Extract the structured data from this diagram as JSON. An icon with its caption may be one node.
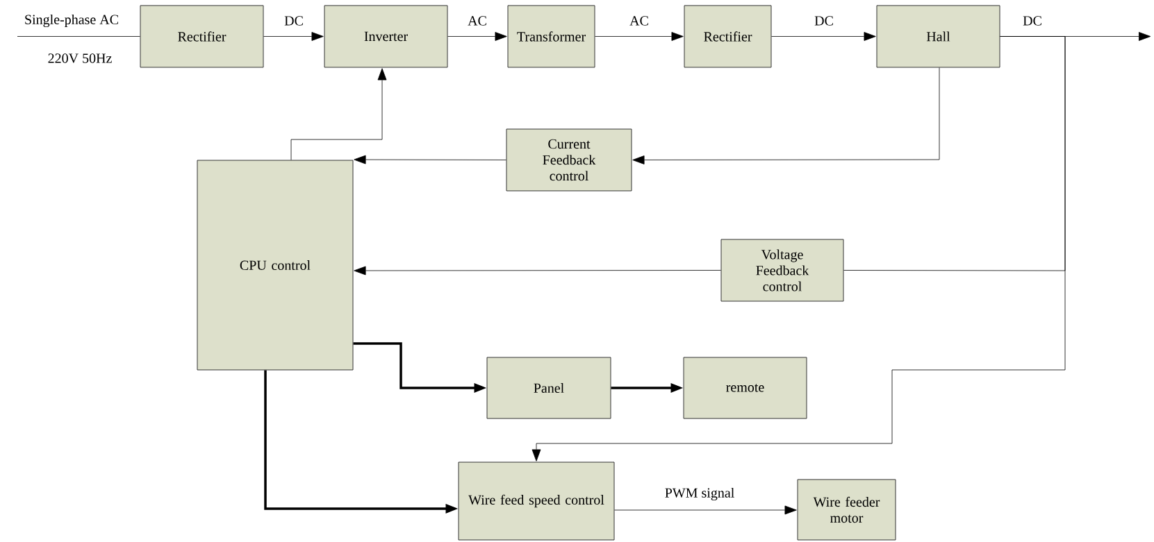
{
  "diagram": {
    "nodes": [
      {
        "text": [
          "Rectifier"
        ]
      },
      {
        "text": [
          "Inverter"
        ]
      },
      {
        "text": [
          "Transformer"
        ]
      },
      {
        "text": [
          "Rectifier"
        ]
      },
      {
        "text": [
          "Hall"
        ]
      },
      {
        "text": [
          "Current Feedback control"
        ]
      },
      {
        "text": [
          "CPU control"
        ]
      },
      {
        "text": [
          "Voltage Feedback control"
        ]
      },
      {
        "text": [
          "Panel"
        ]
      },
      {
        "text": [
          "remote"
        ]
      },
      {
        "text": [
          "Wire feed speed control"
        ]
      },
      {
        "text": [
          "Wire feeder motor"
        ]
      }
    ],
    "edges": [
      {
        "from": null,
        "to": 0,
        "arrow": "none",
        "label": "Single-phase AC"
      },
      {
        "from": 0,
        "to": 1,
        "arrow": "to",
        "label": "DC"
      },
      {
        "from": 1,
        "to": 2,
        "arrow": "to",
        "label": "AC"
      },
      {
        "from": 2,
        "to": 3,
        "arrow": "to",
        "label": "AC"
      },
      {
        "from": 3,
        "to": 4,
        "arrow": "to",
        "label": "DC"
      },
      {
        "from": 4,
        "to": null,
        "arrow": "to",
        "label": "DC"
      },
      {
        "from": 4,
        "to": 5,
        "arrow": "to"
      },
      {
        "from": 5,
        "to": 6,
        "arrow": "to"
      },
      {
        "from": 4,
        "to": 7,
        "arrow": "none"
      },
      {
        "from": 7,
        "to": 6,
        "arrow": "to"
      },
      {
        "from": 4,
        "to": 10,
        "arrow": "to"
      },
      {
        "from": 6,
        "to": 1,
        "arrow": "to"
      },
      {
        "from": 6,
        "to": 8,
        "arrow": "to",
        "style": "thick"
      },
      {
        "from": 8,
        "to": 9,
        "arrow": "to",
        "style": "thick"
      },
      {
        "from": 6,
        "to": 10,
        "arrow": "to",
        "style": "thick"
      },
      {
        "from": 10,
        "to": 11,
        "arrow": "to",
        "label": "PWM signal"
      }
    ],
    "labels": [
      "220V 50Hz"
    ]
  }
}
